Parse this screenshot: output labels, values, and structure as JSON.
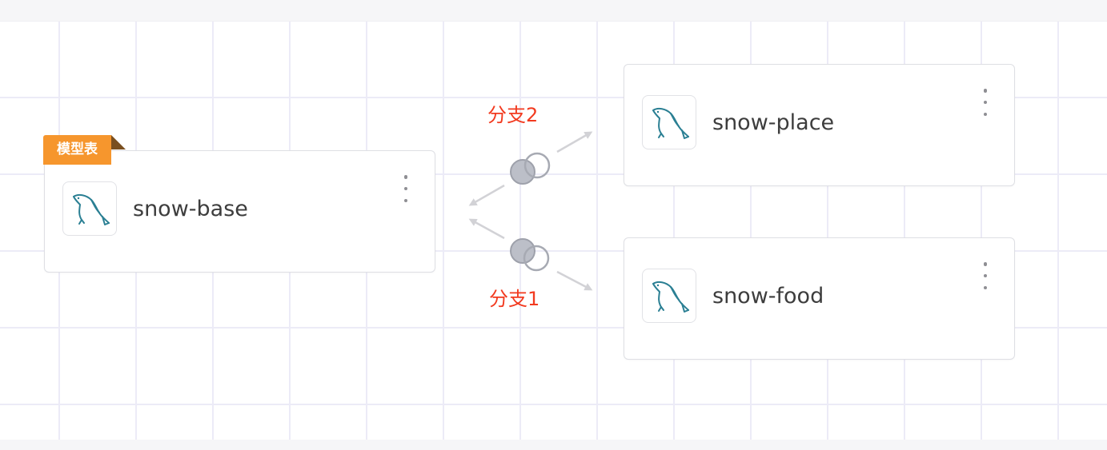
{
  "canvas": {
    "grid_color": "#ecebf7",
    "background": "#ffffff"
  },
  "nodes": [
    {
      "id": "base",
      "name": "snow-base",
      "icon": "mysql-dolphin-icon",
      "badge": "模型表"
    },
    {
      "id": "place",
      "name": "snow-place",
      "icon": "mysql-dolphin-icon"
    },
    {
      "id": "food",
      "name": "snow-food",
      "icon": "mysql-dolphin-icon"
    }
  ],
  "edges": [
    {
      "label": "分支2",
      "from": "place",
      "to": "base",
      "icon": "branch-merge-icon"
    },
    {
      "label": "分支1",
      "from": "food",
      "to": "base",
      "icon": "branch-merge-icon"
    }
  ],
  "colors": {
    "badge": "#f6962d",
    "branch_label": "#f23a1f",
    "icon_teal": "#2a7f93",
    "connector_arrow": "#cfcfd4",
    "connector_circle_fill": "#b9bcc6"
  }
}
